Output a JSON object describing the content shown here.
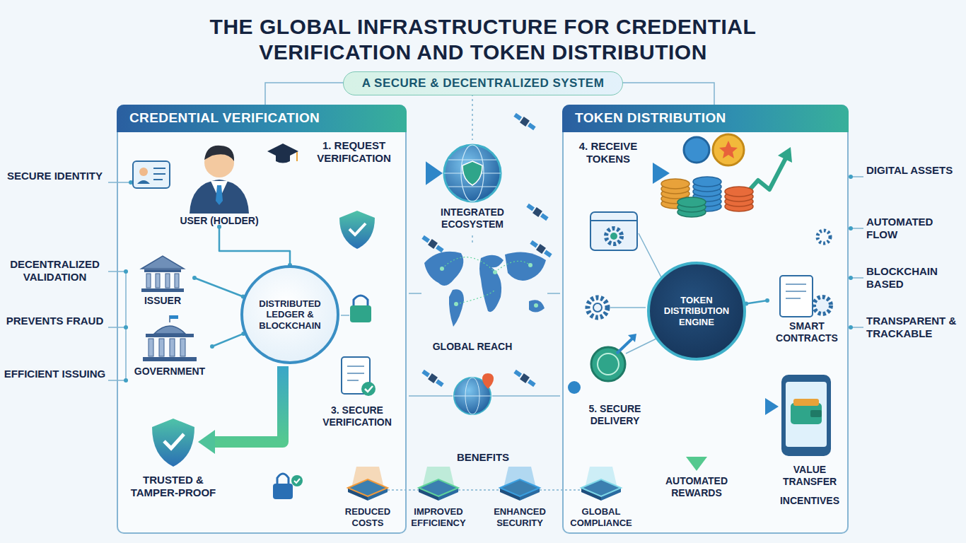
{
  "diagram": {
    "title": "THE GLOBAL INFRASTRUCTURE FOR CREDENTIAL VERIFICATION AND TOKEN DISTRIBUTION",
    "nodes": [
      {
        "text": [
          "A SECURE & DECENTRALIZED SYSTEM"
        ]
      },
      {
        "text": [
          "CREDENTIAL VERIFICATION"
        ]
      },
      {
        "text": [
          "TOKEN DISTRIBUTION"
        ]
      },
      {
        "text": [
          "USER (HOLDER)"
        ],
        "in": 1
      },
      {
        "text": [
          "ISSUER"
        ],
        "in": 1
      },
      {
        "text": [
          "GOVERNMENT"
        ],
        "in": 1
      },
      {
        "text": [
          "DISTRIBUTED LEDGER & BLOCKCHAIN"
        ],
        "in": 1
      },
      {
        "text": [
          "INTEGRATED ECOSYSTEM"
        ]
      },
      {
        "text": [
          "TOKEN DISTRIBUTION ENGINE"
        ],
        "in": 2
      },
      {
        "text": [
          "SMART CONTRACTS"
        ],
        "in": 2
      }
    ],
    "edges": [
      {
        "from": 3,
        "to": 7,
        "label": "1. REQUEST VERIFICATION",
        "arrow": "to"
      },
      {
        "from": 3,
        "to": 6,
        "arrow": "none"
      },
      {
        "from": 4,
        "to": 6,
        "arrow": "none"
      },
      {
        "from": 5,
        "to": 6,
        "arrow": "none"
      },
      {
        "from": 8,
        "to": 9,
        "arrow": "none"
      }
    ],
    "labels": [
      "SECURE IDENTITY",
      "DECENTRALIZED VALIDATION",
      "PREVENTS FRAUD",
      "EFFICIENT ISSUING",
      "TRUSTED & TAMPER-PROOF",
      "3. SECURE VERIFICATION",
      "GLOBAL REACH",
      "4. RECEIVE TOKENS",
      "5. SECURE DELIVERY",
      "AUTOMATED REWARDS",
      "VALUE TRANSFER",
      "INCENTIVES",
      "DIGITAL ASSETS",
      "AUTOMATED FLOW",
      "BLOCKCHAIN BASED",
      "TRANSPARENT & TRACKABLE",
      "BENEFITS",
      "REDUCED COSTS",
      "IMPROVED EFFICIENCY",
      "ENHANCED SECURITY",
      "GLOBAL COMPLIANCE"
    ]
  }
}
